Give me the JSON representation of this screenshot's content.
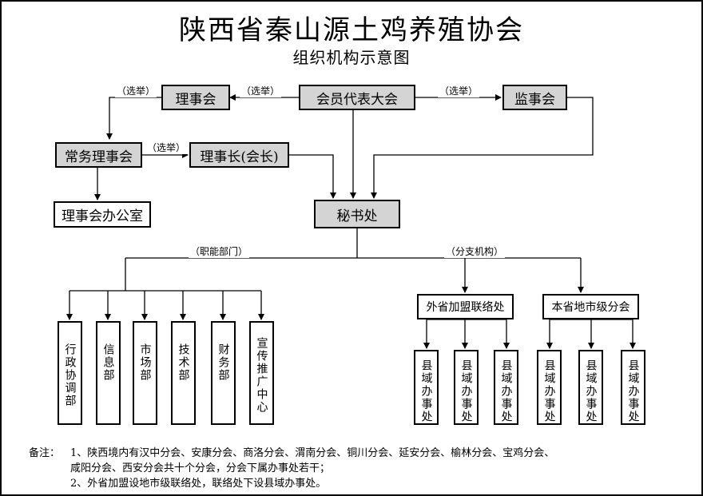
{
  "title": "陕西省秦山源土鸡养殖协会",
  "subtitle": "组织机构示意图",
  "nodes": {
    "congress": "会员代表大会",
    "council": "理事会",
    "supervisory": "监事会",
    "standing": "常务理事会",
    "chairman": "理事长(会长)",
    "council_office": "理事会办公室",
    "secretariat": "秘书处",
    "external_liaison": "外省加盟联络处",
    "provincial_branch": "本省地市级分会"
  },
  "edge_labels": {
    "elect": "（选举）",
    "functional": "（职能部门）",
    "branch": "（分支机构）"
  },
  "departments": [
    "行政协调部",
    "信息部",
    "市场部",
    "技术部",
    "财务部",
    "宣传推广中心"
  ],
  "county_offices": [
    "县域办事处",
    "县域办事处",
    "县域办事处",
    "县域办事处",
    "县域办事处",
    "县域办事处"
  ],
  "notes": {
    "label": "备注：",
    "lines": [
      "1、陕西境内有汉中分会、安康分会、商洛分会、渭南分会、铜川分会、延安分会、榆林分会、宝鸡分会、",
      "咸阳分会、西安分会共十个分会，分会下属办事处若干；",
      "2、外省加盟设地市级联络处，联络处下设县域办事处。"
    ]
  }
}
